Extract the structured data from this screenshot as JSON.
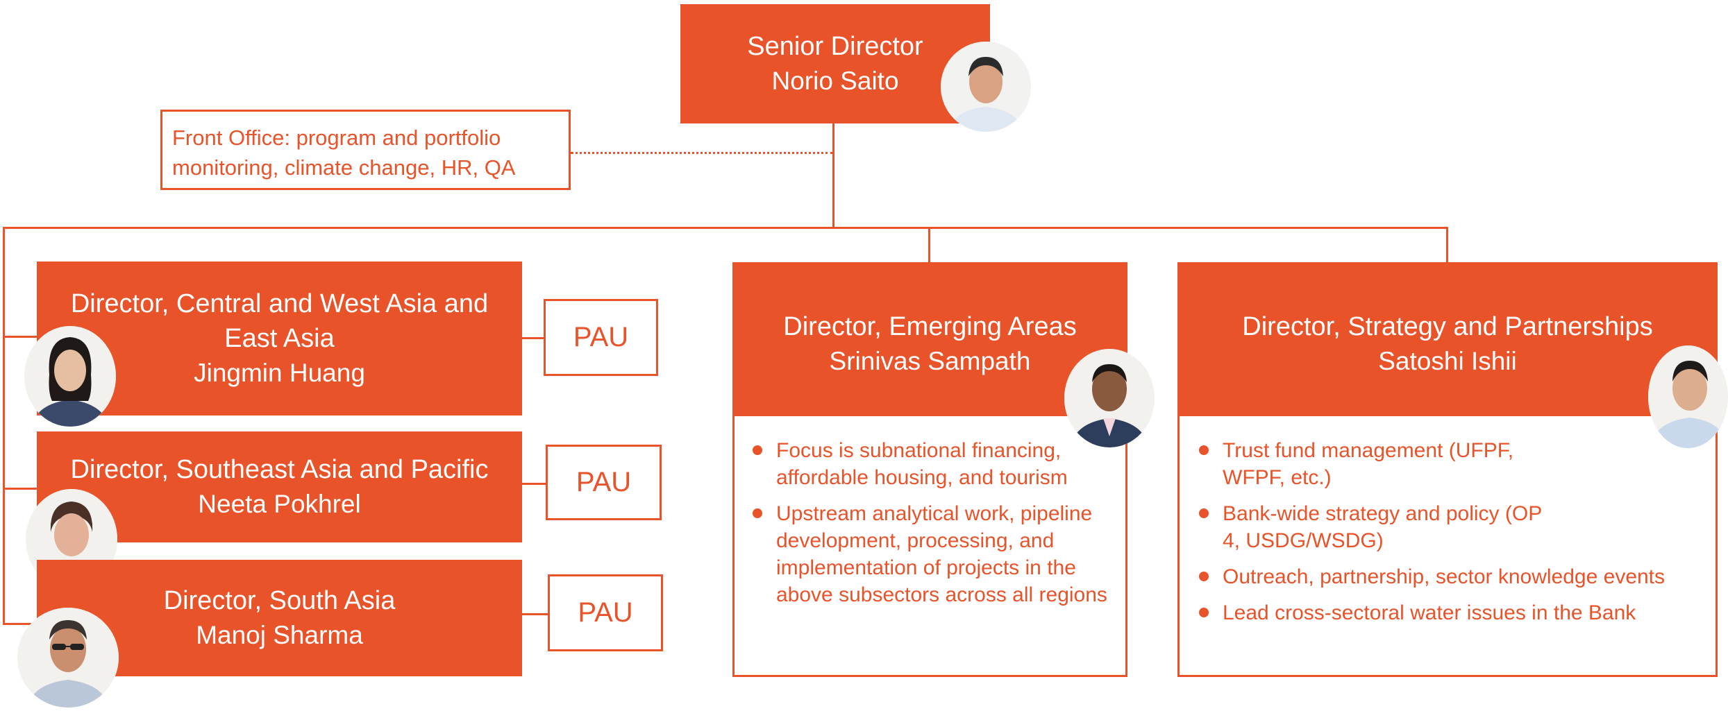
{
  "colors": {
    "accent": "#e8532a",
    "background": "#ffffff"
  },
  "senior": {
    "title": "Senior Director",
    "name": "Norio Saito"
  },
  "front_office": {
    "text": "Front Office: program and portfolio monitoring, climate change, HR, QA"
  },
  "directors": {
    "cwea": {
      "title": "Director, Central and West Asia and East Asia",
      "name": "Jingmin Huang",
      "pau": "PAU"
    },
    "sea": {
      "title": "Director, Southeast Asia and Pacific",
      "name": "Neeta Pokhrel",
      "pau": "PAU"
    },
    "sa": {
      "title": "Director, South Asia",
      "name": "Manoj Sharma",
      "pau": "PAU"
    },
    "ea": {
      "title": "Director, Emerging Areas",
      "name": "Srinivas Sampath",
      "bullets": [
        "Focus is subnational financing, affordable housing, and tourism",
        "Upstream analytical work, pipeline development, processing, and implementation of projects in the above subsectors across all regions"
      ]
    },
    "sp": {
      "title": "Director, Strategy and Partnerships",
      "name": "Satoshi Ishii",
      "bullets": [
        "Trust fund management (UFPF, WFPF, etc.)",
        "Bank-wide strategy and policy (OP 4, USDG/WSDG)",
        "Outreach, partnership, sector knowledge events",
        "Lead cross-sectoral water issues in the Bank"
      ]
    }
  },
  "icons": {
    "portrait": "person-photo-icon"
  }
}
